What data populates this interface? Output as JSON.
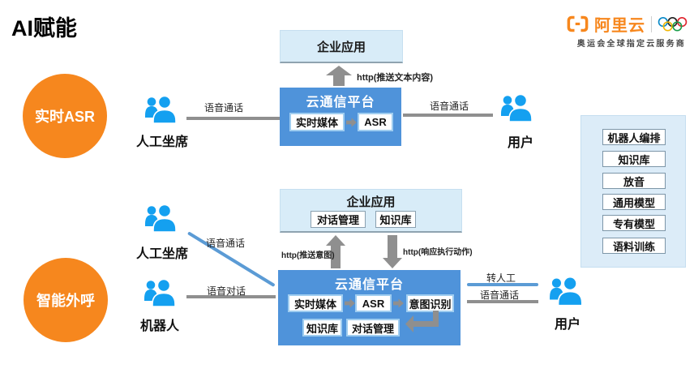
{
  "page": {
    "title": "AI赋能"
  },
  "logo": {
    "brand": "阿里云",
    "tagline": "奥运会全球指定云服务商"
  },
  "colors": {
    "brand-orange": "#f7871d",
    "badge-orange": "#f6871e",
    "platform-blue": "#4f93da",
    "light-blue": "#d8ecf8",
    "panel-blue": "#dcecf8",
    "icon-blue": "#14a0f0",
    "line-gray": "#8f8f8f",
    "line-blue": "#5b9bd5"
  },
  "asr_flow": {
    "badge": "实时ASR",
    "agent_label": "人工坐席",
    "user_label": "用户",
    "left_line_label": "语音通话",
    "right_line_label": "语音通话",
    "enterprise_title": "企业应用",
    "http_label": "http(推送文本内容)",
    "platform_title": "云通信平台",
    "module_media": "实时媒体",
    "module_asr": "ASR"
  },
  "outbound_flow": {
    "badge": "智能外呼",
    "agent_label": "人工坐席",
    "robot_label": "机器人",
    "user_label": "用户",
    "agent_line_label": "语音通话",
    "robot_line_label": "语音对话",
    "transfer_line_label": "转人工",
    "user_line_label": "语音通话",
    "enterprise_title": "企业应用",
    "module_dialog_mgmt_top": "对话管理",
    "module_kb_top": "知识库",
    "http_up_label": "http(推送意图)",
    "http_down_label": "http(响应执行动作)",
    "platform_title": "云通信平台",
    "module_media": "实时媒体",
    "module_asr": "ASR",
    "module_intent": "意图识别",
    "module_kb": "知识库",
    "module_dialog": "对话管理"
  },
  "right_panel": {
    "items": [
      "机器人编排",
      "知识库",
      "放音",
      "通用模型",
      "专有模型",
      "语料训练"
    ]
  }
}
